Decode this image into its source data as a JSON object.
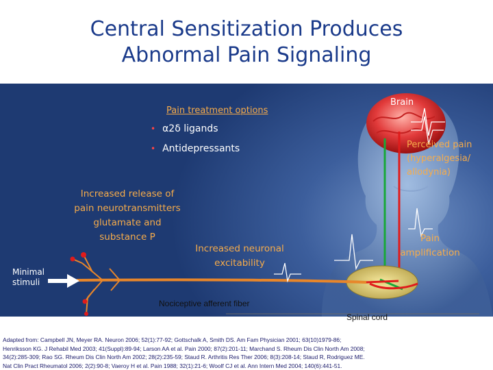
{
  "title": {
    "line1": "Central Sensitization Produces",
    "line2": "Abnormal Pain Signaling"
  },
  "treatment": {
    "heading": "Pain treatment options",
    "items": [
      "α2δ ligands",
      "Antidepressants"
    ]
  },
  "labels": {
    "brain": "Brain",
    "perceived_pain": [
      "Perceived pain",
      "(hyperalgesia/",
      "allodynia)"
    ],
    "release": [
      "Increased release of",
      "pain neurotransmitters",
      "glutamate and",
      "substance P"
    ],
    "excitability": [
      "Increased neuronal",
      "excitability"
    ],
    "amplification": [
      "Pain",
      "amplification"
    ],
    "minimal_stimuli": [
      "Minimal",
      "stimuli"
    ],
    "nociceptive": "Nociceptive afferent fiber",
    "spinal_cord": "Spinal cord"
  },
  "references": [
    "Adapted from: Campbell JN, Meyer RA. Neuron 2006; 52(1):77-92; Gottschalk A, Smith DS. Am Fam Physician 2001; 63(10)1979-86;",
    "Henriksson KG. J Rehabil Med 2003; 41(Suppl):89-94; Larson AA et al. Pain 2000; 87(2):201-11; Marchand S. Rheum Dis Clin North Am 2008;",
    "34(2):285-309; Rao SG. Rheum Dis Clin North Am 2002; 28(2):235-59; Staud R. Arthritis Res Ther 2006; 8(3):208-14; Staud R, Rodriguez ME.",
    "Nat Clin Pract Rheumatol 2006; 2(2):90-8; Vaeroy H et al. Pain 1988; 32(1):21-6; Woolf CJ et al. Ann Intern Med 2004; 140(6):441-51."
  ],
  "colors": {
    "title": "#1a3a8a",
    "label_orange": "#f7ac4a",
    "signal_red": "#e01b1b",
    "descending_green": "#18a838",
    "nerve_orange": "#e8862a",
    "panel_blue": "#2c4c88"
  },
  "icons": [
    "head-silhouette",
    "brain",
    "spinal-cord",
    "nerve-endings",
    "arrow-right",
    "pain-spike-waveform"
  ]
}
